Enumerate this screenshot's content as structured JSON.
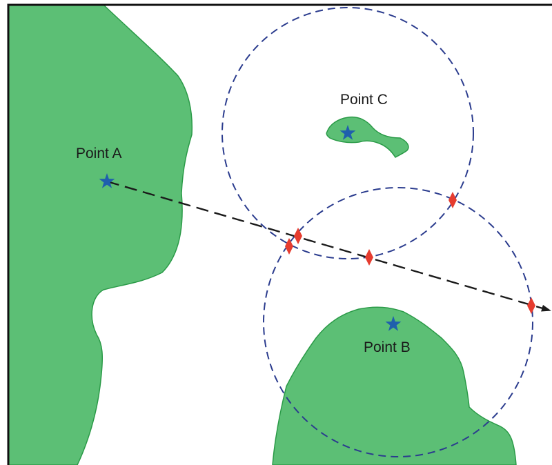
{
  "labels": {
    "point_a": "Point A",
    "point_b": "Point B",
    "point_c": "Point C"
  },
  "colors": {
    "land": "#5cbf75",
    "land_stroke": "#2a9a47",
    "star": "#1f5fad",
    "circle": "#2b3c8e",
    "marker": "#e63c2f",
    "arrow": "#1a1a1a",
    "frame": "#111111"
  },
  "icons": {
    "star": "star-icon",
    "marker": "diamond-icon",
    "arrow": "arrowhead-icon"
  }
}
